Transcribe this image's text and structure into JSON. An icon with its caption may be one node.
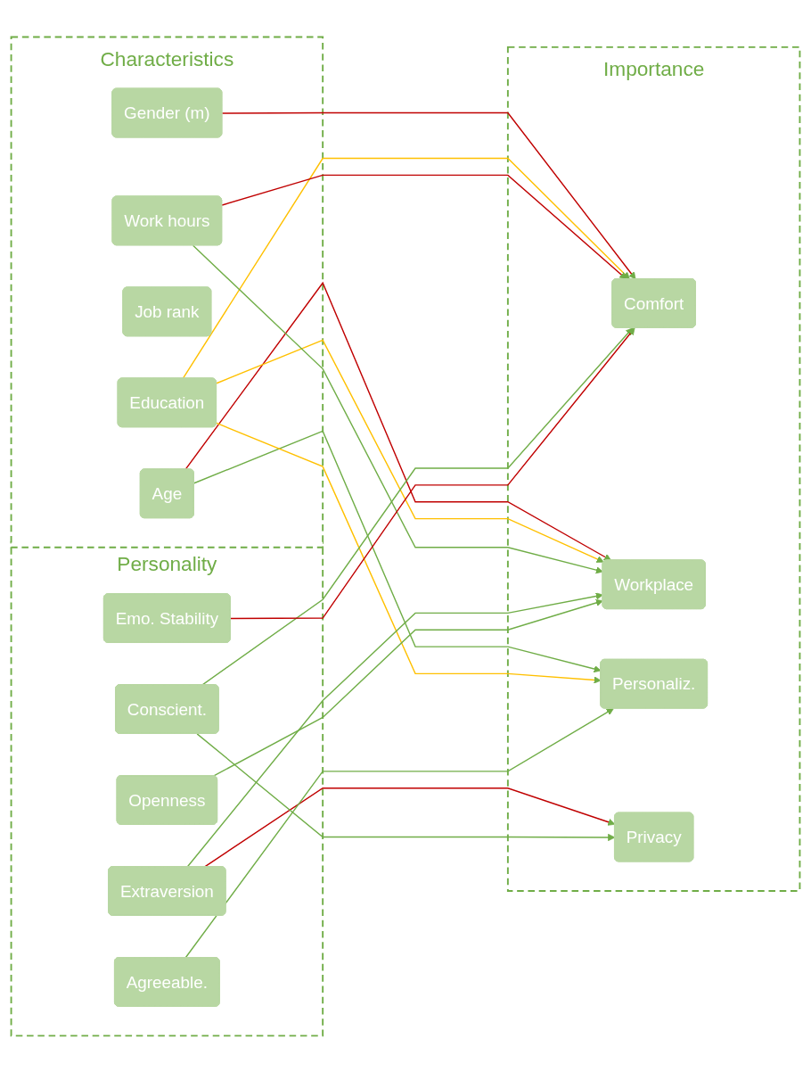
{
  "diagram": {
    "nodes": [
      {
        "text": [
          "Characteristics"
        ]
      },
      {
        "text": [
          "Age"
        ],
        "in": 0
      },
      {
        "text": [
          "Gender (m)"
        ],
        "in": 0
      },
      {
        "text": [
          "Job rank"
        ],
        "in": 0
      },
      {
        "text": [
          "Education"
        ],
        "in": 0
      },
      {
        "text": [
          "Work hours"
        ],
        "in": 0
      },
      {
        "text": [
          "Personality"
        ]
      },
      {
        "text": [
          "Extraversion"
        ],
        "in": 6
      },
      {
        "text": [
          "Agreeable."
        ],
        "in": 6
      },
      {
        "text": [
          "Conscient."
        ],
        "in": 6
      },
      {
        "text": [
          "Emo. Stability"
        ],
        "in": 6
      },
      {
        "text": [
          "Openness"
        ],
        "in": 6
      },
      {
        "text": [
          "Importance"
        ]
      },
      {
        "text": [
          "Comfort"
        ],
        "in": 12
      },
      {
        "text": [
          "Workplace"
        ],
        "in": 12
      },
      {
        "text": [
          "Personaliz."
        ],
        "in": 12
      },
      {
        "text": [
          "Privacy"
        ],
        "in": 12
      }
    ],
    "edges": [
      {
        "from": 1,
        "to": 14,
        "arrow": "to",
        "color": "#c00000"
      },
      {
        "from": 1,
        "to": 15,
        "arrow": "to"
      },
      {
        "from": 2,
        "to": 13,
        "arrow": "to",
        "color": "#c00000"
      },
      {
        "from": 4,
        "to": 13,
        "arrow": "to",
        "color": "#ffc000"
      },
      {
        "from": 4,
        "to": 14,
        "arrow": "to",
        "color": "#ffc000"
      },
      {
        "from": 4,
        "to": 15,
        "arrow": "to",
        "color": "#ffc000"
      },
      {
        "from": 5,
        "to": 13,
        "arrow": "to",
        "color": "#c00000"
      },
      {
        "from": 5,
        "to": 14,
        "arrow": "to"
      },
      {
        "from": 7,
        "to": 14,
        "arrow": "to"
      },
      {
        "from": 7,
        "to": 16,
        "arrow": "to",
        "color": "#c00000"
      },
      {
        "from": 8,
        "to": 15,
        "arrow": "to"
      },
      {
        "from": 9,
        "to": 13,
        "arrow": "to"
      },
      {
        "from": 9,
        "to": 16,
        "arrow": "to"
      },
      {
        "from": 10,
        "to": 13,
        "arrow": "to",
        "color": "#c00000"
      },
      {
        "from": 11,
        "to": 14,
        "arrow": "to"
      }
    ]
  }
}
